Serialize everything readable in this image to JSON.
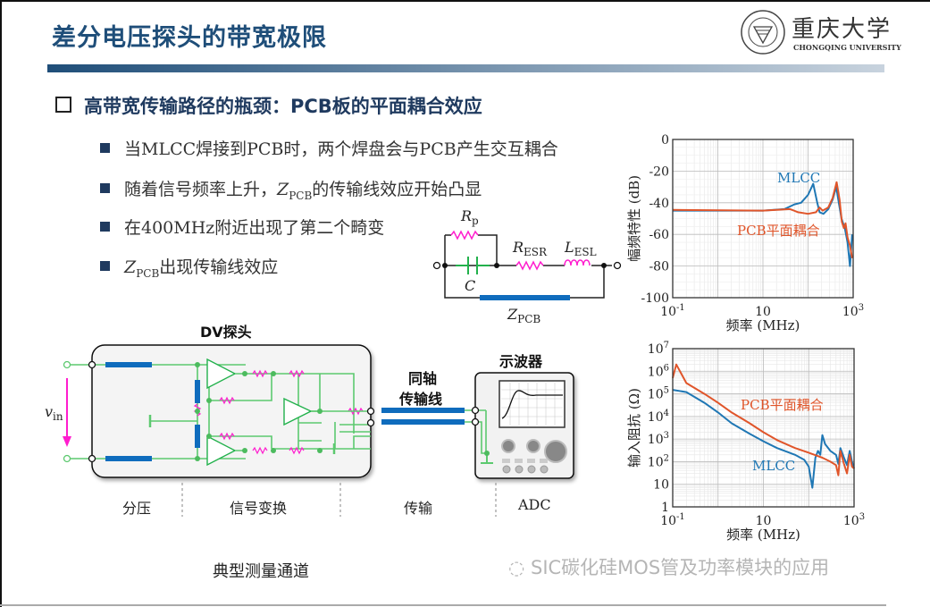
{
  "header": {
    "title": "差分电压探头的带宽极限",
    "logo": {
      "cn": "重庆大学",
      "en": "CHONGQING UNIVERSITY"
    }
  },
  "section": {
    "heading": "高带宽传输路径的瓶颈：PCB板的平面耦合效应",
    "bullets": [
      {
        "text": "当MLCC焊接到PCB时，两个焊盘会与PCB产生交互耦合"
      },
      {
        "pre": "随着信号频率上升，",
        "sym": "Z",
        "sub": "PCB",
        "post": "的传输线效应开始凸显"
      },
      {
        "text": "在400MHz附近出现了第二个畸变"
      },
      {
        "sym": "Z",
        "sub": "PCB",
        "post": "出现传输线效应"
      }
    ]
  },
  "circuit": {
    "rp": {
      "sym": "R",
      "sub": "p"
    },
    "c": "C",
    "resr": {
      "sym": "R",
      "sub": "ESR"
    },
    "lesl": {
      "sym": "L",
      "sub": "ESL"
    },
    "zpcb": {
      "sym": "Z",
      "sub": "PCB"
    }
  },
  "channel": {
    "probe_title": "DV探头",
    "vin": {
      "sym": "v",
      "sub": "in"
    },
    "coax_title": [
      "同轴",
      "传输线"
    ],
    "scope_title": "示波器",
    "stages": [
      "分压",
      "信号变换",
      "传输",
      "ADC"
    ],
    "caption": "典型测量通道"
  },
  "chart_data": [
    {
      "type": "line",
      "xlabel": "频率 (MHz)",
      "ylabel": "幅频特性 (dB)",
      "xscale": "log",
      "xlim": [
        0.1,
        1000
      ],
      "ylim": [
        -100,
        0
      ],
      "xticks": [
        "10-1",
        "10",
        "103"
      ],
      "yticks": [
        "0",
        "-20",
        "-40",
        "-60",
        "-80",
        "-100"
      ],
      "grid": true,
      "series": [
        {
          "name": "MLCC",
          "color": "#1f77b4",
          "x": [
            0.1,
            1,
            10,
            30,
            50,
            70,
            100,
            130,
            160,
            180,
            220,
            280,
            350,
            420,
            480,
            550,
            650,
            750,
            850,
            900,
            950
          ],
          "y": [
            -45,
            -45,
            -45,
            -44,
            -41,
            -40,
            -35,
            -28,
            -40,
            -46,
            -47,
            -44,
            -38,
            -30,
            -40,
            -50,
            -56,
            -65,
            -80,
            -70,
            -60
          ]
        },
        {
          "name": "PCB平面耦合",
          "color": "#e0552a",
          "x": [
            0.1,
            10,
            40,
            60,
            100,
            150,
            180,
            210,
            280,
            350,
            430,
            500,
            560,
            620,
            680,
            750,
            850,
            950
          ],
          "y": [
            -44.5,
            -45,
            -44,
            -46,
            -47,
            -46,
            -43,
            -45,
            -43,
            -37,
            -27,
            -38,
            -52,
            -56,
            -53,
            -62,
            -67,
            -75
          ]
        }
      ]
    },
    {
      "type": "line",
      "xlabel": "频率 (MHz)",
      "ylabel": "输入阻抗 (Ω)",
      "xscale": "log",
      "yscale": "log",
      "xlim": [
        0.1,
        1000
      ],
      "ylim": [
        1,
        10000000
      ],
      "xticks": [
        "10-1",
        "10",
        "103"
      ],
      "yticks": [
        "107",
        "106",
        "105",
        "104",
        "103",
        "102",
        "10",
        "1"
      ],
      "grid": true,
      "series": [
        {
          "name": "MLCC",
          "color": "#1f77b4",
          "x": [
            0.1,
            0.2,
            0.5,
            1,
            2,
            5,
            10,
            20,
            50,
            80,
            100,
            120,
            140,
            160,
            180,
            200,
            230,
            300,
            400,
            450,
            500,
            600,
            700,
            800,
            900,
            1000
          ],
          "y": [
            150000,
            120000,
            40000,
            15000,
            5000,
            1700,
            800,
            400,
            200,
            120,
            60,
            7,
            150,
            300,
            200,
            1500,
            600,
            300,
            200,
            80,
            400,
            150,
            70,
            300,
            100,
            50
          ]
        },
        {
          "name": "PCB平面耦合",
          "color": "#e0552a",
          "x": [
            0.1,
            0.12,
            0.2,
            0.5,
            1,
            2,
            5,
            10,
            20,
            50,
            100,
            200,
            300,
            400,
            450,
            500,
            600,
            700,
            800,
            900,
            1000
          ],
          "y": [
            500000,
            2000000,
            300000,
            100000,
            40000,
            15000,
            5000,
            2000,
            900,
            400,
            250,
            150,
            100,
            70,
            25,
            300,
            80,
            30,
            200,
            60,
            50
          ]
        }
      ]
    }
  ],
  "watermark": "SIC碳化硅MOS管及功率模块的应用"
}
